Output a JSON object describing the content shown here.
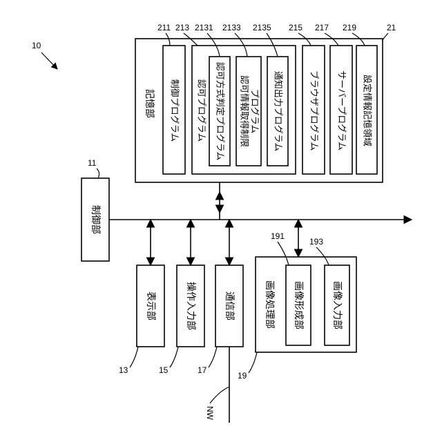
{
  "figure_ref": "10",
  "network_label": "NW",
  "blocks": {
    "control": {
      "ref": "11",
      "label": "制御部"
    },
    "display": {
      "ref": "13",
      "label": "表示部"
    },
    "operation_input": {
      "ref": "15",
      "label": "操作入力部"
    },
    "communication": {
      "ref": "17",
      "label": "通信部"
    },
    "image_processing": {
      "ref": "19",
      "label": "画像処理部"
    },
    "image_forming": {
      "ref": "191",
      "label": "画像形成部"
    },
    "image_input": {
      "ref": "193",
      "label": "画像入力部"
    },
    "storage": {
      "ref": "21",
      "label": "記憶部"
    },
    "control_program": {
      "ref": "211",
      "label": "制御プログラム"
    },
    "authorization_program": {
      "ref": "213",
      "label": "認可プログラム"
    },
    "auth_method_judgment": {
      "ref": "2131",
      "label": "認可方式判定プログラム"
    },
    "auth_info_acquisition_1": {
      "ref": "2133",
      "label": "認可情報取得制限"
    },
    "auth_info_acquisition_2": {
      "label": "プログラム"
    },
    "notification_output": {
      "ref": "2135",
      "label": "通知出力プログラム"
    },
    "browser_program": {
      "ref": "215",
      "label": "ブラウザプログラム"
    },
    "server_program": {
      "ref": "217",
      "label": "サーバープログラム"
    },
    "settings_storage": {
      "ref": "219",
      "label": "設定情報記憶領域"
    }
  }
}
